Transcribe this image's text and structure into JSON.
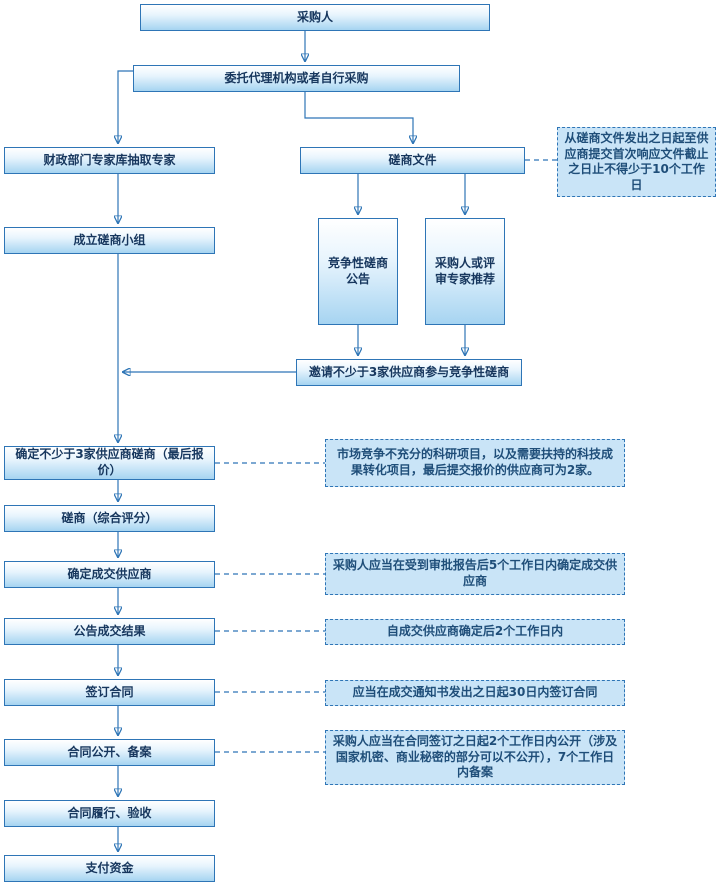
{
  "colors": {
    "line": "#2E75B6",
    "node_border": "#2E75B6",
    "node_fill_bottom": "#A6D4F1",
    "node_text": "#17375E",
    "note_fill": "#C9E4F7",
    "note_border": "#2E75B6",
    "note_text": "#1F4E79"
  },
  "nodes": {
    "purchaser": {
      "label": "采购人"
    },
    "agency": {
      "label": "委托代理机构或者自行采购"
    },
    "expert_pool": {
      "label": "财政部门专家库抽取专家"
    },
    "consultation_docs": {
      "label": "磋商文件"
    },
    "form_group": {
      "label": "成立磋商小组"
    },
    "announcement": {
      "label": "竞争性磋商公告"
    },
    "recommendation": {
      "label": "采购人或评审专家推荐"
    },
    "invite_suppliers": {
      "label": "邀请不少于3家供应商参与竞争性磋商"
    },
    "determine_suppliers": {
      "label": "确定不少于3家供应商磋商（最后报价）"
    },
    "consultation_scoring": {
      "label": "磋商（综合评分）"
    },
    "determine_winner": {
      "label": "确定成交供应商"
    },
    "announce_result": {
      "label": "公告成交结果"
    },
    "sign_contract": {
      "label": "签订合同"
    },
    "contract_publicity": {
      "label": "合同公开、备案"
    },
    "contract_performance": {
      "label": "合同履行、验收"
    },
    "payment": {
      "label": "支付资金"
    }
  },
  "notes": {
    "docs_deadline": {
      "text": "从磋商文件发出之日起至供应商提交首次响应文件截止之日止不得少于10个工作日"
    },
    "two_suppliers": {
      "text": "市场竞争不充分的科研项目，以及需要扶持的科技成果转化项目，最后提交报价的供应商可为2家。"
    },
    "winner_deadline": {
      "text": "采购人应当在受到审批报告后5个工作日内确定成交供应商"
    },
    "result_deadline": {
      "text": "自成交供应商确定后2个工作日内"
    },
    "contract_deadline": {
      "text": "应当在成交通知书发出之日起30日内签订合同"
    },
    "publicity_deadline": {
      "text": "采购人应当在合同签订之日起2个工作日内公开（涉及国家机密、商业秘密的部分可以不公开），7个工作日内备案"
    }
  }
}
